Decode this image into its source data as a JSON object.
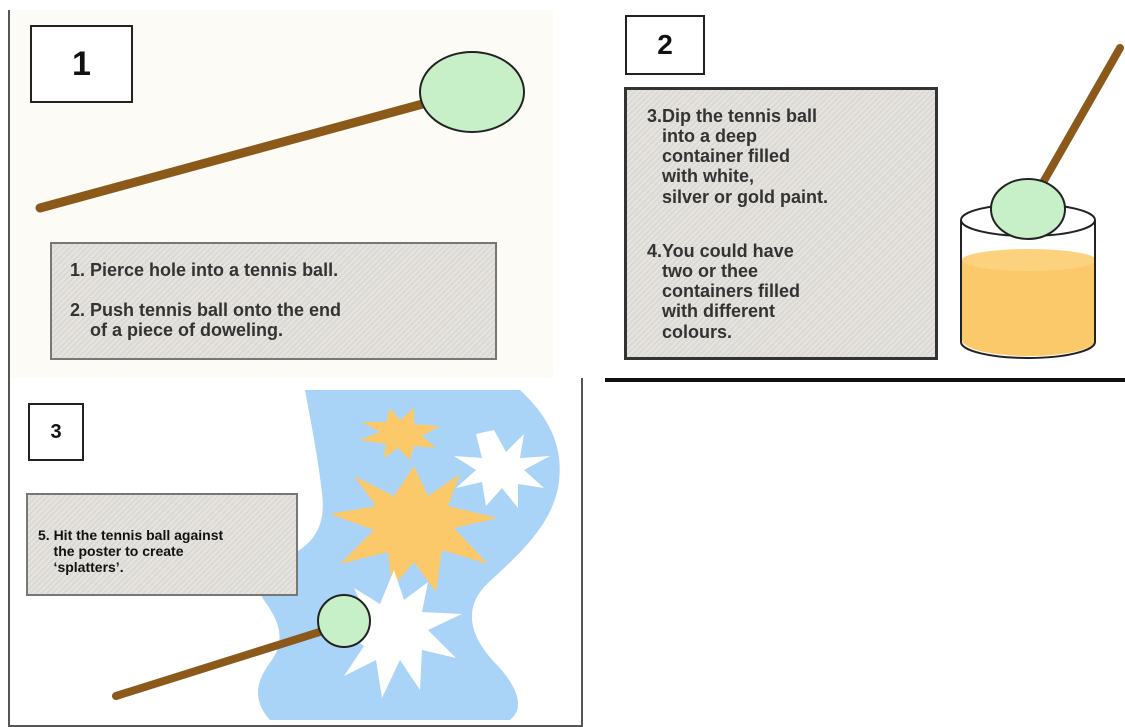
{
  "panels": [
    {
      "number": "1",
      "steps": [
        "1. Pierce hole into a tennis ball.",
        "2. Push tennis ball onto the end\n    of a piece of doweling."
      ]
    },
    {
      "number": "2",
      "steps": [
        "3.Dip the tennis ball\n   into a deep\n   container filled\n   with white,\n   silver or gold paint.",
        "4.You could have\n   two or thee\n   containers filled\n   with different\n   colours."
      ]
    },
    {
      "number": "3",
      "steps": [
        "5. Hit the tennis ball against\n    the poster to create\n    ‘splatters’."
      ]
    }
  ],
  "colors": {
    "ball": "#c8f0c8",
    "stick": "#8b5a1a",
    "paint": "#fcc96a",
    "poster": "#a9d3f7",
    "splatter_gold": "#fcc96a",
    "splatter_white": "#ffffff",
    "panel_bg": "#fcfbf6"
  }
}
